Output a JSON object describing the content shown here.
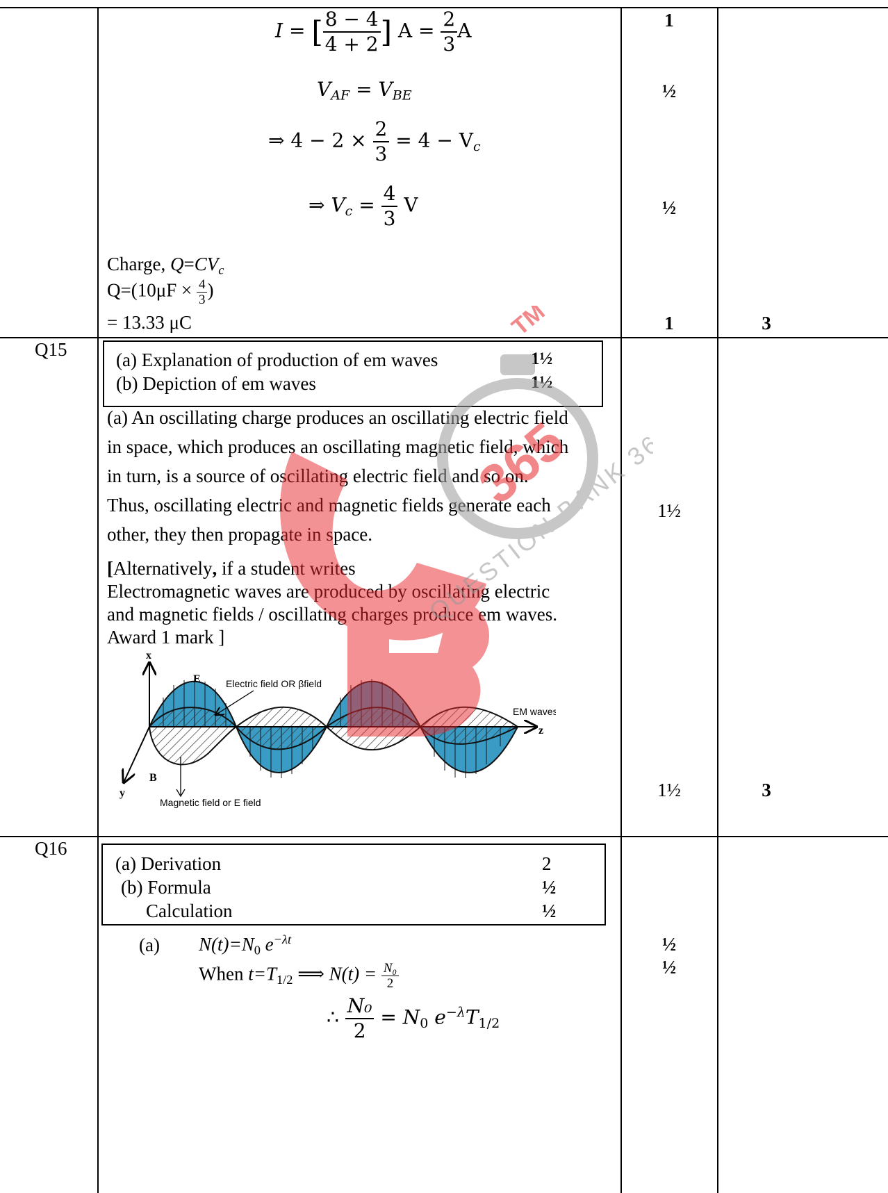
{
  "q14_tail": {
    "eq1": {
      "lhs": "I",
      "num": "8 − 4",
      "den": "4 + 2",
      "mid": "A =",
      "num2": "2",
      "den2": "3",
      "unit": "A"
    },
    "eq2": {
      "lhs": "V",
      "lhs_sub": "AF",
      "eq": "=",
      "rhs": "V",
      "rhs_sub": "BE"
    },
    "eq3": {
      "pre": "⇒ 4 − 2 ×",
      "num": "2",
      "den": "3",
      "post": "= 4 − V",
      "post_sub": "c"
    },
    "eq4": {
      "pre": "⇒",
      "var": "V",
      "var_sub": "c",
      "eq": "=",
      "num": "4",
      "den": "3",
      "unit": "V"
    },
    "charge_line1": "Charge, ",
    "charge_line1_math": "Q",
    "charge_line1_eq": "=",
    "charge_line1_rhs": "CV",
    "charge_line1_sub": "c",
    "charge_line2_pre": "Q=(10μF ×",
    "charge_line2_num": "4",
    "charge_line2_den": "3",
    "charge_line2_post": ")",
    "charge_line3": "= 13.33 μC",
    "marks": [
      "1",
      "½",
      "½",
      "1"
    ],
    "total": "3"
  },
  "q15": {
    "label": "Q15",
    "scheme": [
      {
        "text": "(a) Explanation of production of em waves",
        "mark": "1½"
      },
      {
        "text": "(b) Depiction of em waves",
        "mark": "1½"
      }
    ],
    "answer_lines": [
      "(a) An oscillating charge produces an oscillating electric field",
      "in space, which produces an oscillating magnetic field, which",
      "in turn, is a source of oscillating electric field and so on.",
      "Thus, oscillating electric and magnetic fields generate each",
      "other, they then propagate in space."
    ],
    "alt_open": "[",
    "alt_head": "Alternatively",
    "alt_comma": ",",
    "alt_rest": " if a student writes",
    "alt_lines": [
      "Electromagnetic waves are produced by oscillating electric",
      "and magnetic fields / oscillating charges produce em waves.",
      "Award 1 mark ]"
    ],
    "figure": {
      "axis_x": "x",
      "axis_y": "y",
      "axis_z": "z",
      "label_E": "E",
      "label_B": "B",
      "label_electric": "Electric field OR βfield",
      "label_em": "EM waves",
      "label_magnetic": "Magnetic field or E field"
    },
    "marks": [
      "1½",
      "1½"
    ],
    "total": "3"
  },
  "q16": {
    "label": "Q16",
    "scheme": [
      {
        "text": "(a) Derivation",
        "mark": "2"
      },
      {
        "text": "(b) Formula",
        "mark": "½"
      },
      {
        "text": "Calculation",
        "mark": "½"
      }
    ],
    "part_a": "(a)",
    "eq1_lhs": "N(t)",
    "eq1_eq": "=N",
    "eq1_sub": "0",
    "eq1_e": "e",
    "eq1_sup": "−λt",
    "eq2_when": "When ",
    "eq2_t": "t",
    "eq2_eq": "=T",
    "eq2_sub": "1/2",
    "eq2_arrow": " ⟹ N(t) = ",
    "eq2_num": "N₀",
    "eq2_den": "2",
    "eq3_therefore": "∴",
    "eq3_num": "N₀",
    "eq3_den": "2",
    "eq3_rhs": "= N",
    "eq3_sub": "0",
    "eq3_e": " e",
    "eq3_sup": "−λ",
    "eq3_T": "T",
    "eq3_Tsub": "1/2",
    "marks": [
      "½",
      "½"
    ]
  },
  "watermark": {
    "text_ring": "QUESTION BANK 365",
    "badge": "365",
    "tm": "TM",
    "colors": {
      "red": "#e8262c",
      "grey": "#9a9a9a"
    }
  }
}
